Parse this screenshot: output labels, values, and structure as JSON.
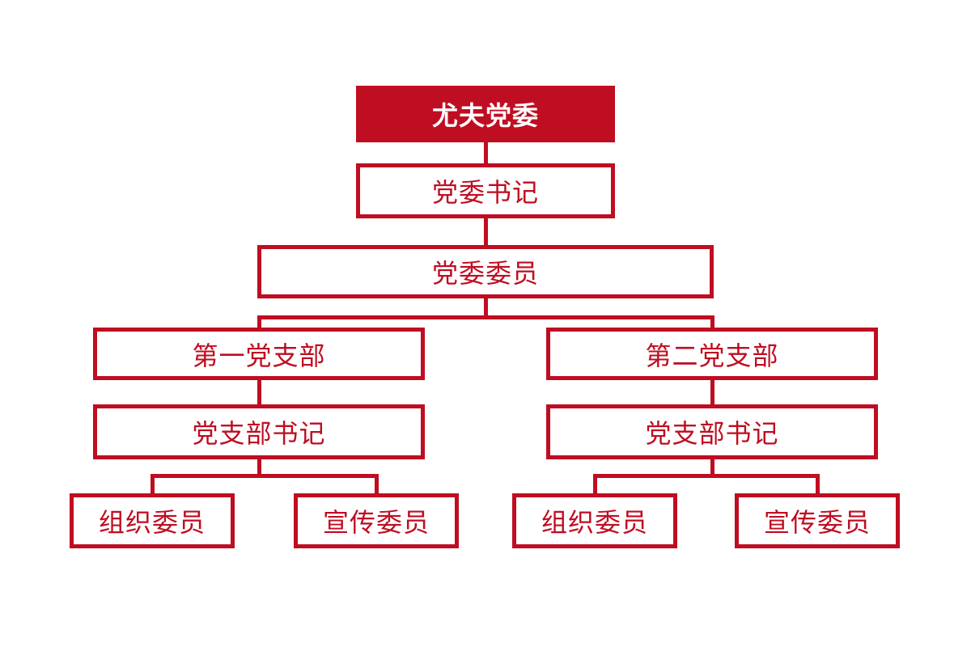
{
  "colors": {
    "accent": "#BF0D22",
    "background": "#FFFFFF",
    "root_text": "#FFFFFF"
  },
  "org_chart": {
    "nodes": {
      "root": "尤夫党委",
      "committee_secretary": "党委书记",
      "committee_members": "党委委员",
      "branch1": "第一党支部",
      "branch1_secretary": "党支部书记",
      "branch1_organization_member": "组织委员",
      "branch1_publicity_member": "宣传委员",
      "branch2": "第二党支部",
      "branch2_secretary": "党支部书记",
      "branch2_organization_member": "组织委员",
      "branch2_publicity_member": "宣传委员"
    }
  }
}
